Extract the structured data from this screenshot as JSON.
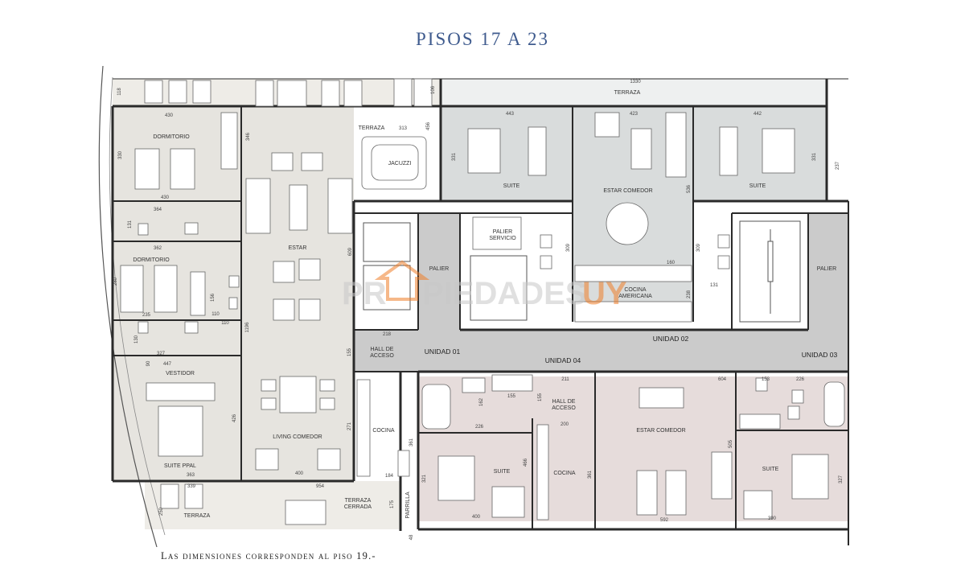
{
  "title": "PISOS 17 A 23",
  "footnote": "Las dimensiones corresponden al piso 19.-",
  "watermark": {
    "part1": "PR",
    "part2": "PIEDADES",
    "part3": "UY"
  },
  "colors": {
    "unit01_fill": "#e6e4df",
    "unit02_fill": "#d9dcdc",
    "unit04_fill": "#e6dcdb",
    "corridor_fill": "#cbcbcb",
    "wall": "#2a2a2a",
    "title": "#3f5b8e",
    "watermark_orange": "#f07f2a",
    "watermark_gray": "#c8c8c8"
  },
  "labels": {
    "terraza_top": "TERRAZA",
    "terraza_313": "TERRAZA",
    "jacuzzi": "JACUZZI",
    "dormitorio1": "DORMITORIO",
    "dormitorio2": "DORMITORIO",
    "estar": "ESTAR",
    "vestidor": "VESTIDOR",
    "suite_ppal": "SUITE PPAL",
    "living_comedor": "LIVING COMEDOR",
    "terraza_bottom": "TERRAZA",
    "terraza_cerrada_1": "TERRAZA",
    "terraza_cerrada_2": "CERRADA",
    "parrilla": "PARRILLA",
    "cocina_u1": "COCINA",
    "hall_acceso_u1_1": "HALL DE",
    "hall_acceso_u1_2": "ACCESO",
    "palier_left": "PALIER",
    "palier_servicio_1": "PALIER",
    "palier_servicio_2": "SERVICIO",
    "suite_u2_left": "SUITE",
    "suite_u2_right": "SUITE",
    "estar_comedor_u2": "ESTAR COMEDOR",
    "cocina_americana_1": "COCINA",
    "cocina_americana_2": "AMERICANA",
    "palier_right": "PALIER",
    "unidad_01": "UNIDAD 01",
    "unidad_02": "UNIDAD 02",
    "unidad_03": "UNIDAD 03",
    "unidad_04": "UNIDAD 04",
    "hall_acceso_u4_1": "HALL DE",
    "hall_acceso_u4_2": "ACCESO",
    "suite_u4_left": "SUITE",
    "cocina_u4": "COCINA",
    "estar_comedor_u4": "ESTAR COMEDOR",
    "suite_u4_right": "SUITE"
  },
  "dimensions": {
    "d1330": "1330",
    "d106": "106",
    "d118": "118",
    "d430a": "430",
    "d330": "330",
    "d430b": "430",
    "d364": "364",
    "d131": "131",
    "d362": "362",
    "d280": "280",
    "d235": "235",
    "d130": "130",
    "d327": "327",
    "d447": "447",
    "d90": "90",
    "d426": "426",
    "d363": "363",
    "d339": "339",
    "d250": "250",
    "d400a": "400",
    "d954": "954",
    "d346": "346",
    "d313": "313",
    "d456": "456",
    "d609": "609",
    "d1196": "1196",
    "d155a": "155",
    "d271": "271",
    "d184": "184",
    "d175": "175",
    "d361a": "361",
    "d218": "218",
    "d110a": "110",
    "d110b": "110",
    "d156": "156",
    "d443": "443",
    "d423": "423",
    "d442": "442",
    "d331a": "331",
    "d331b": "331",
    "d536": "536",
    "d309a": "309",
    "d309b": "309",
    "d160": "160",
    "d238": "238",
    "d131b": "131",
    "d237": "237",
    "d211": "211",
    "d604": "604",
    "d153": "153",
    "d226": "226",
    "d162": "162",
    "d155b": "155",
    "d155c": "155",
    "d226b": "226",
    "d200": "200",
    "d321": "321",
    "d466": "466",
    "d361b": "361",
    "d400b": "400",
    "d592": "592",
    "d505": "505",
    "d390": "390",
    "d327b": "327",
    "d48": "48"
  }
}
